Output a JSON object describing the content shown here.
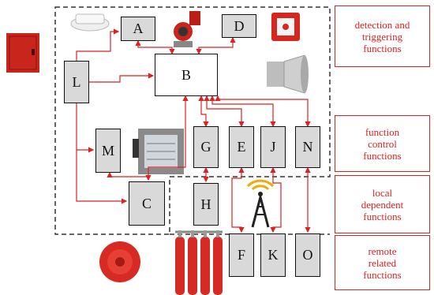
{
  "boxes": {
    "A": "A",
    "B": "B",
    "C": "C",
    "D": "D",
    "E": "E",
    "F": "F",
    "G": "G",
    "H": "H",
    "J": "J",
    "K": "K",
    "L": "L",
    "M": "M",
    "N": "N",
    "O": "O"
  },
  "function_labels": [
    "detection and\ntriggering\nfunctions",
    "function\ncontrol\nfunctions",
    "local\ndependent\nfunctions",
    "remote\nrelated\nfunctions"
  ],
  "colors": {
    "accent": "#d22222",
    "box_fill": "#d9d9d9",
    "border": "#111111"
  }
}
